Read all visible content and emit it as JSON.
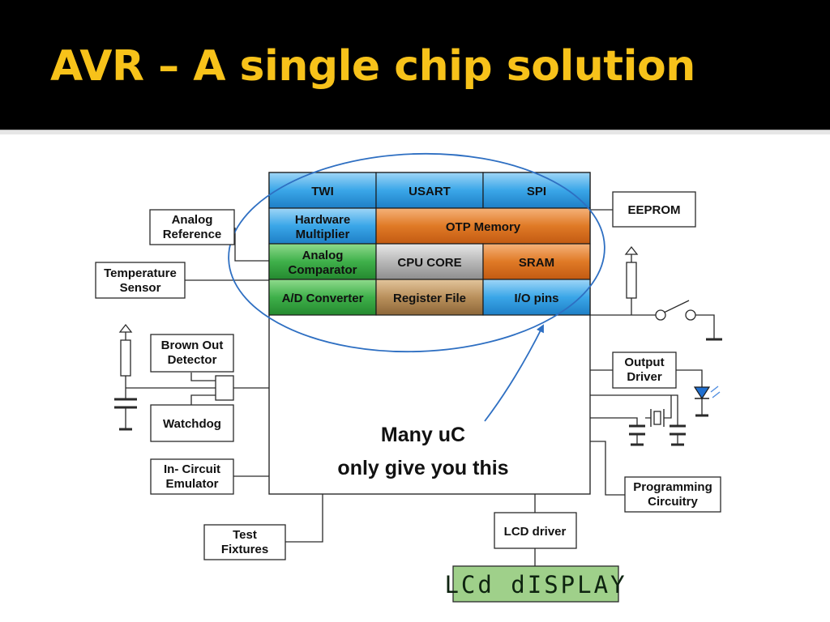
{
  "slide": {
    "title": "AVR – A single chip solution"
  },
  "colors": {
    "title_bg": "#000000",
    "title_text": "#f7c21a",
    "blue_block": "#3aa6e8",
    "orange_block": "#e07a26",
    "green_block": "#3fb04a",
    "gray_block": "#b8b8b8",
    "brown_block": "#b9905c",
    "lcd_bg": "#9fd08a",
    "ellipse": "#2e6fc2"
  },
  "chip_blocks": {
    "twi": "TWI",
    "usart": "USART",
    "spi": "SPI",
    "hw_mult_1": "Hardware",
    "hw_mult_2": "Multiplier",
    "otp": "OTP Memory",
    "analog_comp_1": "Analog",
    "analog_comp_2": "Comparator",
    "cpu_core": "CPU CORE",
    "sram": "SRAM",
    "adc": "A/D Converter",
    "register_file": "Register File",
    "io_pins": "I/O pins"
  },
  "peripherals": {
    "analog_ref_1": "Analog",
    "analog_ref_2": "Reference",
    "temp_sensor_1": "Temperature",
    "temp_sensor_2": "Sensor",
    "brown_out_1": "Brown Out",
    "brown_out_2": "Detector",
    "watchdog": "Watchdog",
    "ice_1": "In- Circuit",
    "ice_2": "Emulator",
    "test_fixtures_1": "Test",
    "test_fixtures_2": "Fixtures",
    "eeprom": "EEPROM",
    "output_driver_1": "Output",
    "output_driver_2": "Driver",
    "programming_1": "Programming",
    "programming_2": "Circuitry",
    "lcd_driver": "LCD driver",
    "lcd_display": "LCd dISPLAY"
  },
  "callout": {
    "line_1": "Many uC",
    "line_2": "only give you this"
  }
}
